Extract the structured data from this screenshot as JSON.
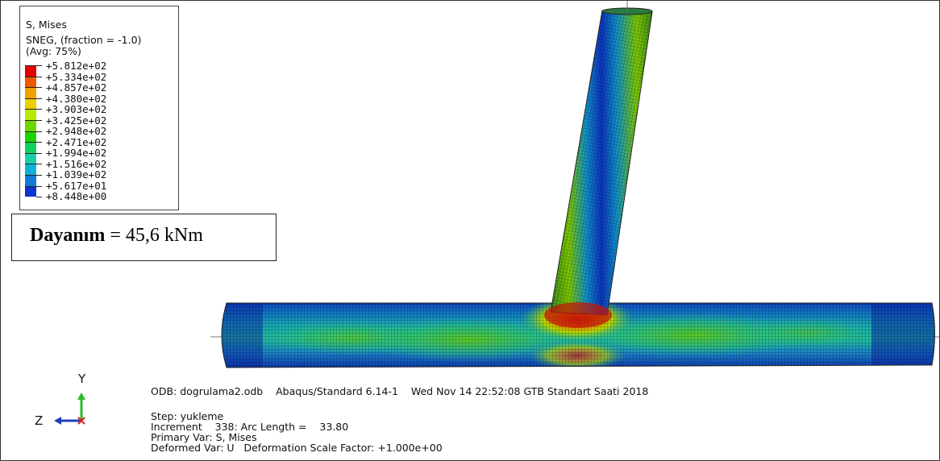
{
  "legend": {
    "title_lines": [
      "S, Mises",
      "SNEG, (fraction = -1.0)",
      "(Avg: 75%)"
    ],
    "values": [
      "+5.812e+02",
      "+5.334e+02",
      "+4.857e+02",
      "+4.380e+02",
      "+3.903e+02",
      "+3.425e+02",
      "+2.948e+02",
      "+2.471e+02",
      "+1.994e+02",
      "+1.516e+02",
      "+1.039e+02",
      "+5.617e+01",
      "+8.448e+00"
    ],
    "colors": [
      "#e50000",
      "#ed5a00",
      "#f0a000",
      "#e8cf00",
      "#b6e800",
      "#6cd800",
      "#1ed400",
      "#10d060",
      "#18d0a8",
      "#10b0d8",
      "#1478d8",
      "#0c34d0",
      "#0000c8"
    ]
  },
  "result": {
    "label": "Dayanım",
    "value": "= 45,6 kNm"
  },
  "info": {
    "odb": "ODB: dogrulama2.odb    Abaqus/Standard 6.14-1    Wed Nov 14 22:52:08 GTB Standart Saati 2018",
    "step": "Step: yukleme",
    "increment": "Increment    338: Arc Length =    33.80",
    "primary_var": "Primary Var: S, Mises",
    "deformed_var": "Deformed Var: U   Deformation Scale Factor: +1.000e+00"
  },
  "triad": {
    "y_label": "Y",
    "z_label": "Z",
    "colors": {
      "y": "#2eb82e",
      "z": "#1f3fbf",
      "x": "#d42020"
    }
  }
}
